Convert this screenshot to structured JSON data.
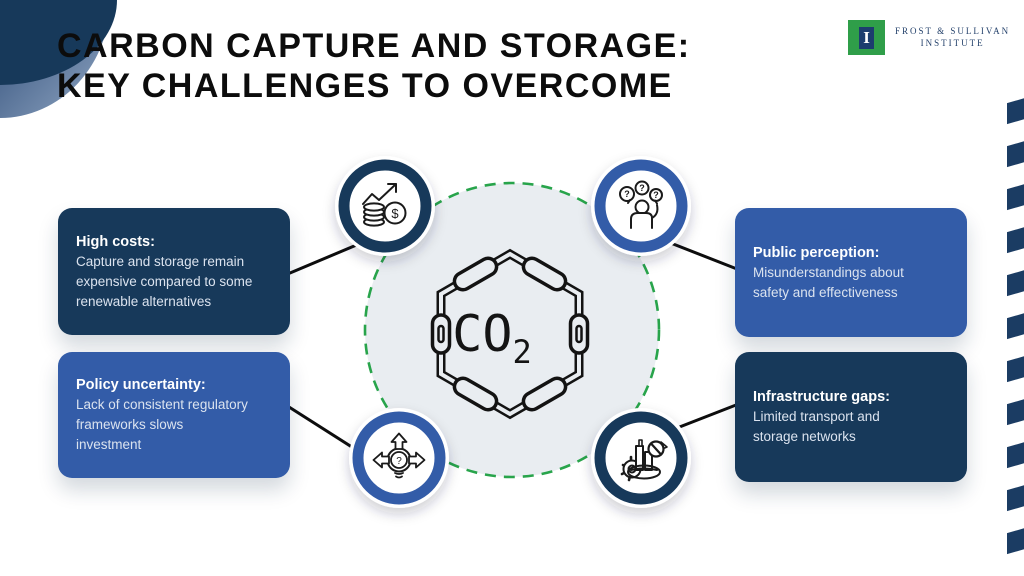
{
  "title": {
    "line1": "CARBON CAPTURE AND STORAGE:",
    "line2": "KEY CHALLENGES TO OVERCOME"
  },
  "logo": {
    "monogram": "I",
    "org_line1": "FROST & SULLIVAN",
    "org_line2": "INSTITUTE"
  },
  "center": {
    "molecule_label": "CO",
    "molecule_subscript": "2",
    "icon": "co2-molecule-icon"
  },
  "challenges": [
    {
      "id": "high-costs",
      "heading": "High costs:",
      "body": "Capture and storage remain\nexpensive compared to some\nrenewable alternatives",
      "variant": "navy",
      "icon": "rising-costs-icon"
    },
    {
      "id": "policy-uncertainty",
      "heading": "Policy uncertainty:",
      "body": "Lack of consistent regulatory\nframeworks slows\ninvestment",
      "variant": "blue",
      "icon": "direction-uncertainty-icon"
    },
    {
      "id": "public-perception",
      "heading": "Public perception:",
      "body": "Misunderstandings about\nsafety and effectiveness",
      "variant": "blue",
      "icon": "confused-person-icon"
    },
    {
      "id": "infrastructure-gaps",
      "heading": "Infrastructure gaps:",
      "body": "Limited transport and\nstorage networks",
      "variant": "navy",
      "icon": "restricted-industry-icon"
    }
  ],
  "colors": {
    "navy": "#17395a",
    "blue": "#335ca8",
    "green_dash": "#28a44b",
    "circle_fill": "#e9edf1",
    "logo_green": "#2f9e49",
    "line_black": "#0d0d0d"
  }
}
